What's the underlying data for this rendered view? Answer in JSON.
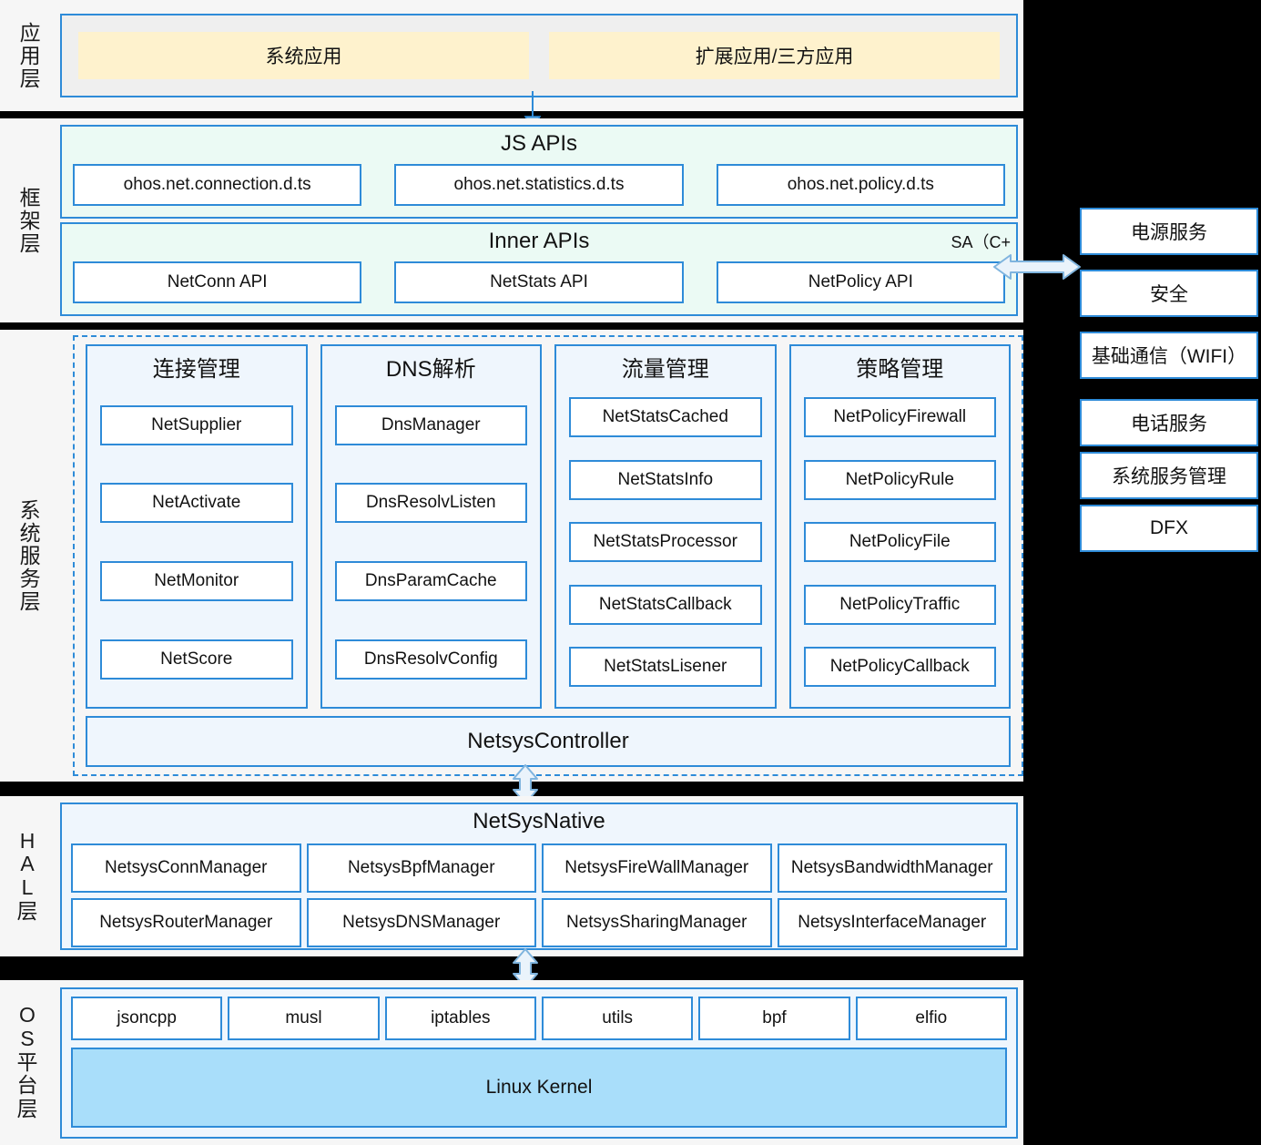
{
  "layers": {
    "app": {
      "label": "应用层"
    },
    "framework": {
      "label": "框架层"
    },
    "system_service": {
      "label": "系统服务层"
    },
    "hal": {
      "label": "HAL层",
      "lines": [
        "H",
        "A",
        "L",
        "层"
      ]
    },
    "os": {
      "label": "OS平台层",
      "lines": [
        "O",
        "S",
        "平",
        "台",
        "层"
      ]
    }
  },
  "app_layer": {
    "boxes": [
      {
        "label": "系统应用"
      },
      {
        "label": "扩展应用/三方应用"
      }
    ]
  },
  "framework_layer": {
    "js_apis": {
      "title": "JS APIs",
      "items": [
        "ohos.net.connection.d.ts",
        "ohos.net.statistics.d.ts",
        "ohos.net.policy.d.ts"
      ]
    },
    "inner_apis": {
      "title": "Inner APIs",
      "sa_tag": "SA（C+",
      "items": [
        "NetConn API",
        "NetStats API",
        "NetPolicy API"
      ]
    }
  },
  "system_service_layer": {
    "columns": [
      {
        "title": "连接管理",
        "items": [
          "NetSupplier",
          "NetActivate",
          "NetMonitor",
          "NetScore"
        ]
      },
      {
        "title": "DNS解析",
        "items": [
          "DnsManager",
          "DnsResolvListen",
          "DnsParamCache",
          "DnsResolvConfig"
        ]
      },
      {
        "title": "流量管理",
        "items": [
          "NetStatsCached",
          "NetStatsInfo",
          "NetStatsProcessor",
          "NetStatsCallback",
          "NetStatsLisener"
        ]
      },
      {
        "title": "策略管理",
        "items": [
          "NetPolicyFirewall",
          "NetPolicyRule",
          "NetPolicyFile",
          "NetPolicyTraffic",
          "NetPolicyCallback"
        ]
      }
    ],
    "controller": "NetsysController"
  },
  "hal_layer": {
    "title": "NetSysNative",
    "row1": [
      "NetsysConnManager",
      "NetsysBpfManager",
      "NetsysFireWallManager",
      "NetsysBandwidthManager"
    ],
    "row2": [
      "NetsysRouterManager",
      "NetsysDNSManager",
      "NetsysSharingManager",
      "NetsysInterfaceManager"
    ]
  },
  "os_layer": {
    "libs": [
      "jsoncpp",
      "musl",
      "iptables",
      "utils",
      "bpf",
      "elfio"
    ],
    "kernel": "Linux Kernel"
  },
  "side_services": [
    {
      "label": "电源服务"
    },
    {
      "label": "安全"
    },
    {
      "label": "基础通信（WIFI）"
    },
    {
      "label": "电话服务"
    },
    {
      "label": "系统服务管理"
    },
    {
      "label": "DFX"
    }
  ],
  "colors": {
    "border_blue": "#2E8BD8",
    "app_box_fill": "#FEF2CD",
    "api_panel_fill": "#EBFAF4",
    "service_fill": "#EFF6FD",
    "kernel_fill": "#A9DEFA",
    "band_bg": "#F6F6F6",
    "page_bg": "#000000"
  }
}
